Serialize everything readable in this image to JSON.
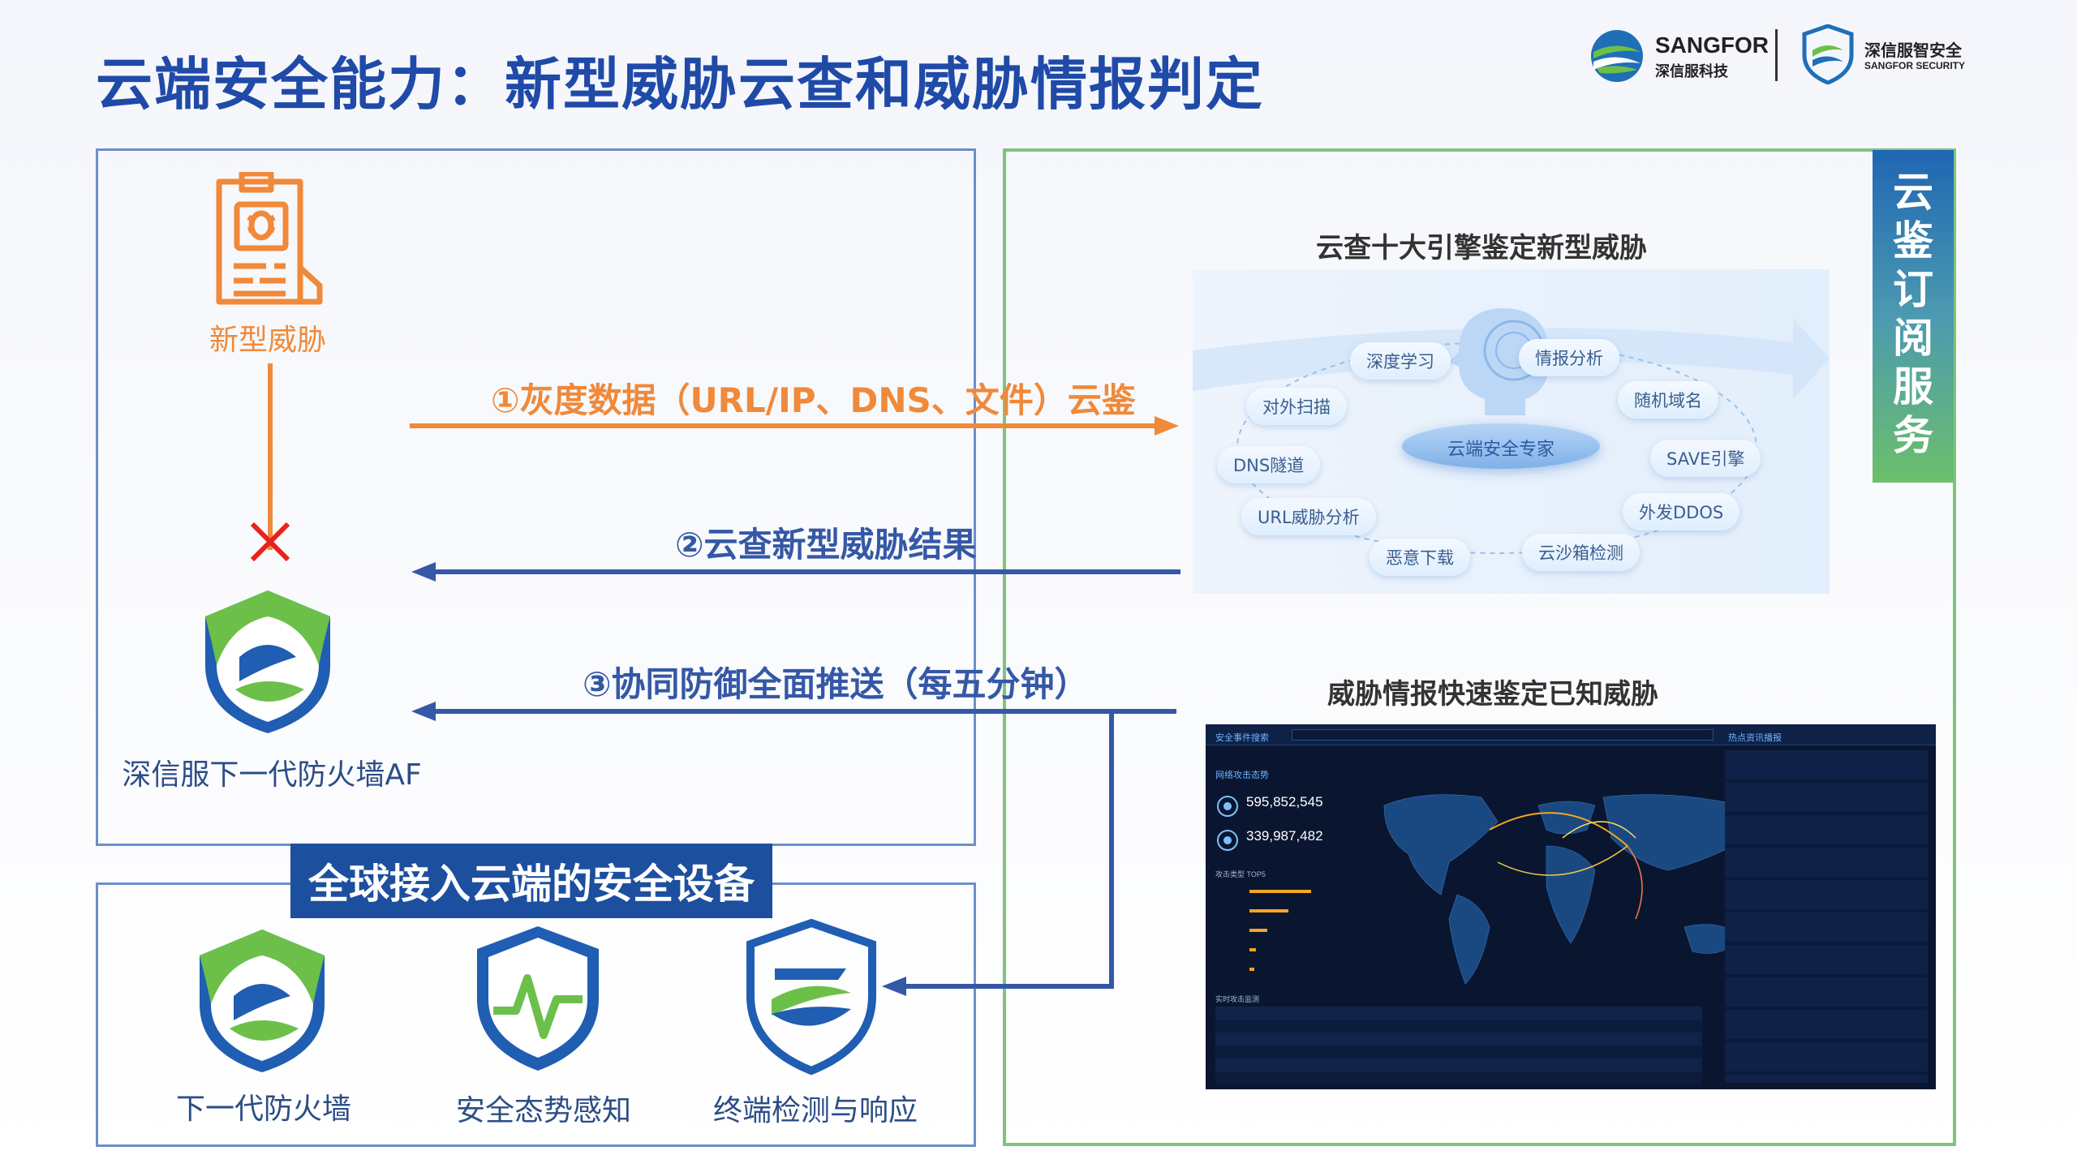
{
  "title": "云端安全能力：新型威胁云查和威胁情报判定",
  "brand": {
    "sangfor_name": "SANGFOR",
    "sangfor_cn": "深信服科技",
    "security_cn": "深信服智安全",
    "security_en": "SANGFOR SECURITY"
  },
  "left": {
    "new_threat_label": "新型威胁",
    "firewall_label": "深信服下一代防火墙AF",
    "global_tag": "全球接入云端的安全设备",
    "devices": [
      "下一代防火墙",
      "安全态势感知",
      "终端检测与响应"
    ]
  },
  "arrows": {
    "a1": "①灰度数据（URL/IP、DNS、文件）云鉴",
    "a2": "②云查新型威胁结果",
    "a3": "③协同防御全面推送（每五分钟）"
  },
  "right": {
    "engine_title": "云查十大引擎鉴定新型威胁",
    "engine_center": "云端安全专家",
    "engines": [
      "深度学习",
      "情报分析",
      "对外扫描",
      "随机域名",
      "DNS隧道",
      "SAVE引擎",
      "URL威胁分析",
      "外发DDOS",
      "恶意下载",
      "云沙箱检测"
    ],
    "intel_title": "威胁情报快速鉴定已知威胁",
    "side_label": [
      "云",
      "鉴",
      "订",
      "阅",
      "服",
      "务"
    ]
  },
  "dashboard": {
    "header": "安全事件搜索",
    "news_header": "热点资讯播报",
    "section": "网络攻击态势",
    "stat1": "595,852,545",
    "stat2": "339,987,482",
    "top5": "攻击类型 TOP5",
    "realtime": "实时攻击监测"
  },
  "colors": {
    "title_blue": "#1f4aa8",
    "orange": "#f0893a",
    "arrow_blue": "#3558a6",
    "green": "#7cc57a",
    "box_blue": "#6b8fc9",
    "cross_red": "#e8231c"
  }
}
